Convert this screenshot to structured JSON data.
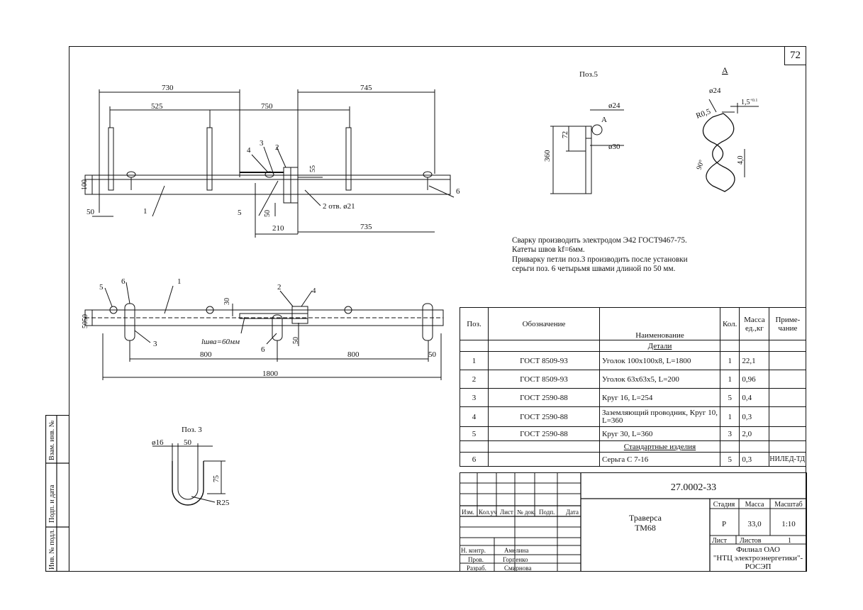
{
  "sheet": {
    "page_number": "72",
    "document_code": "27.0002-33"
  },
  "top_view": {
    "dims": {
      "d730": "730",
      "d525": "525",
      "d750": "750",
      "d745": "745",
      "d100": "100",
      "d50": "50",
      "d55": "55",
      "d50b": "50",
      "d210": "210",
      "d735": "735",
      "holes": "2 отв. ø21"
    },
    "callouts": {
      "c1": "1",
      "c2": "2",
      "c3": "3",
      "c4": "4",
      "c5": "5",
      "c6": "6"
    }
  },
  "plan_view": {
    "dims": {
      "d800a": "800",
      "d800b": "800",
      "d1800": "1800",
      "d50r": "50",
      "d5050": "5050",
      "d30": "30",
      "d50v": "50",
      "weld": "lшва=60мм"
    },
    "callouts": {
      "c1": "1",
      "c2": "2",
      "c3": "3",
      "c4": "4",
      "c5": "5",
      "c6a": "6",
      "c6b": "6"
    }
  },
  "pos5": {
    "title": "Поз.5",
    "d24": "ø24",
    "d30": "ø30",
    "d72": "72",
    "d360": "360",
    "a": "A"
  },
  "section_a": {
    "title": "A",
    "d24": "ø24",
    "d15": "1,5",
    "d15sup": "+0.1",
    "r05": "R0,5",
    "angle": "90°",
    "d40": "4,0"
  },
  "pos3": {
    "title": "Поз. 3",
    "d16": "ø16",
    "d50": "50",
    "d75": "75",
    "r25": "R25"
  },
  "notes": [
    "Сварку производить электродом Э42 ГОСТ9467-75.",
    "Катеты швов kf=6мм.",
    "Приварку петли поз.3 производить после установки",
    "серьги поз. 6 четырьмя швами длиной по 50 мм."
  ],
  "spec_table": {
    "headers": [
      "Поз.",
      "Обозначение",
      "Наименование",
      "Кол.",
      "Масса ед.,кг",
      "Приме-чание"
    ],
    "section_details": "Детали",
    "section_standard": "Стандартные изделия",
    "rows": [
      {
        "pos": "1",
        "designation": "ГОСТ 8509-93",
        "name": "Уголок 100х100х8, L=1800",
        "qty": "1",
        "mass": "22,1",
        "note": ""
      },
      {
        "pos": "2",
        "designation": "ГОСТ 8509-93",
        "name": "Уголок 63х63х5, L=200",
        "qty": "1",
        "mass": "0,96",
        "note": ""
      },
      {
        "pos": "3",
        "designation": "ГОСТ 2590-88",
        "name": "Круг 16, L=254",
        "qty": "5",
        "mass": "0,4",
        "note": ""
      },
      {
        "pos": "4",
        "designation": "ГОСТ 2590-88",
        "name": "Заземляющий проводник, Круг 10,  L=360",
        "qty": "1",
        "mass": "0,3",
        "note": ""
      },
      {
        "pos": "5",
        "designation": "ГОСТ 2590-88",
        "name": "Круг 30, L=360",
        "qty": "3",
        "mass": "2,0",
        "note": ""
      }
    ],
    "standard_rows": [
      {
        "pos": "6",
        "designation": "",
        "name": "Серьга С 7-16",
        "qty": "5",
        "mass": "0,3",
        "note": "НИЛЕД-ТД"
      }
    ]
  },
  "title_block": {
    "col_headers": [
      "Изм.",
      "Кол.уч",
      "Лист",
      "№ док.",
      "Подп.",
      "Дата"
    ],
    "roles": [
      {
        "role": "Н. контр.",
        "name": "Амелина"
      },
      {
        "role": "Пров.",
        "name": "Горпенко"
      },
      {
        "role": "Разраб.",
        "name": "Смирнова"
      }
    ],
    "product_name": "Траверса",
    "product_code": "ТМ68",
    "stage_label": "Стадия",
    "mass_label": "Масса",
    "scale_label": "Масштаб",
    "stage": "Р",
    "mass": "33,0",
    "scale": "1:10",
    "sheet_label": "Лист",
    "sheets_label": "Листов",
    "sheets": "1",
    "org_line1": "Филиал ОАО",
    "org_line2": "\"НТЦ электроэнергетики\"-",
    "org_line3": "РОСЭП"
  },
  "side_stamp": {
    "vz_inv": "Взам. инв. №",
    "podp_data": "Подп. и дата",
    "inv_podl": "Инв. № подл."
  }
}
